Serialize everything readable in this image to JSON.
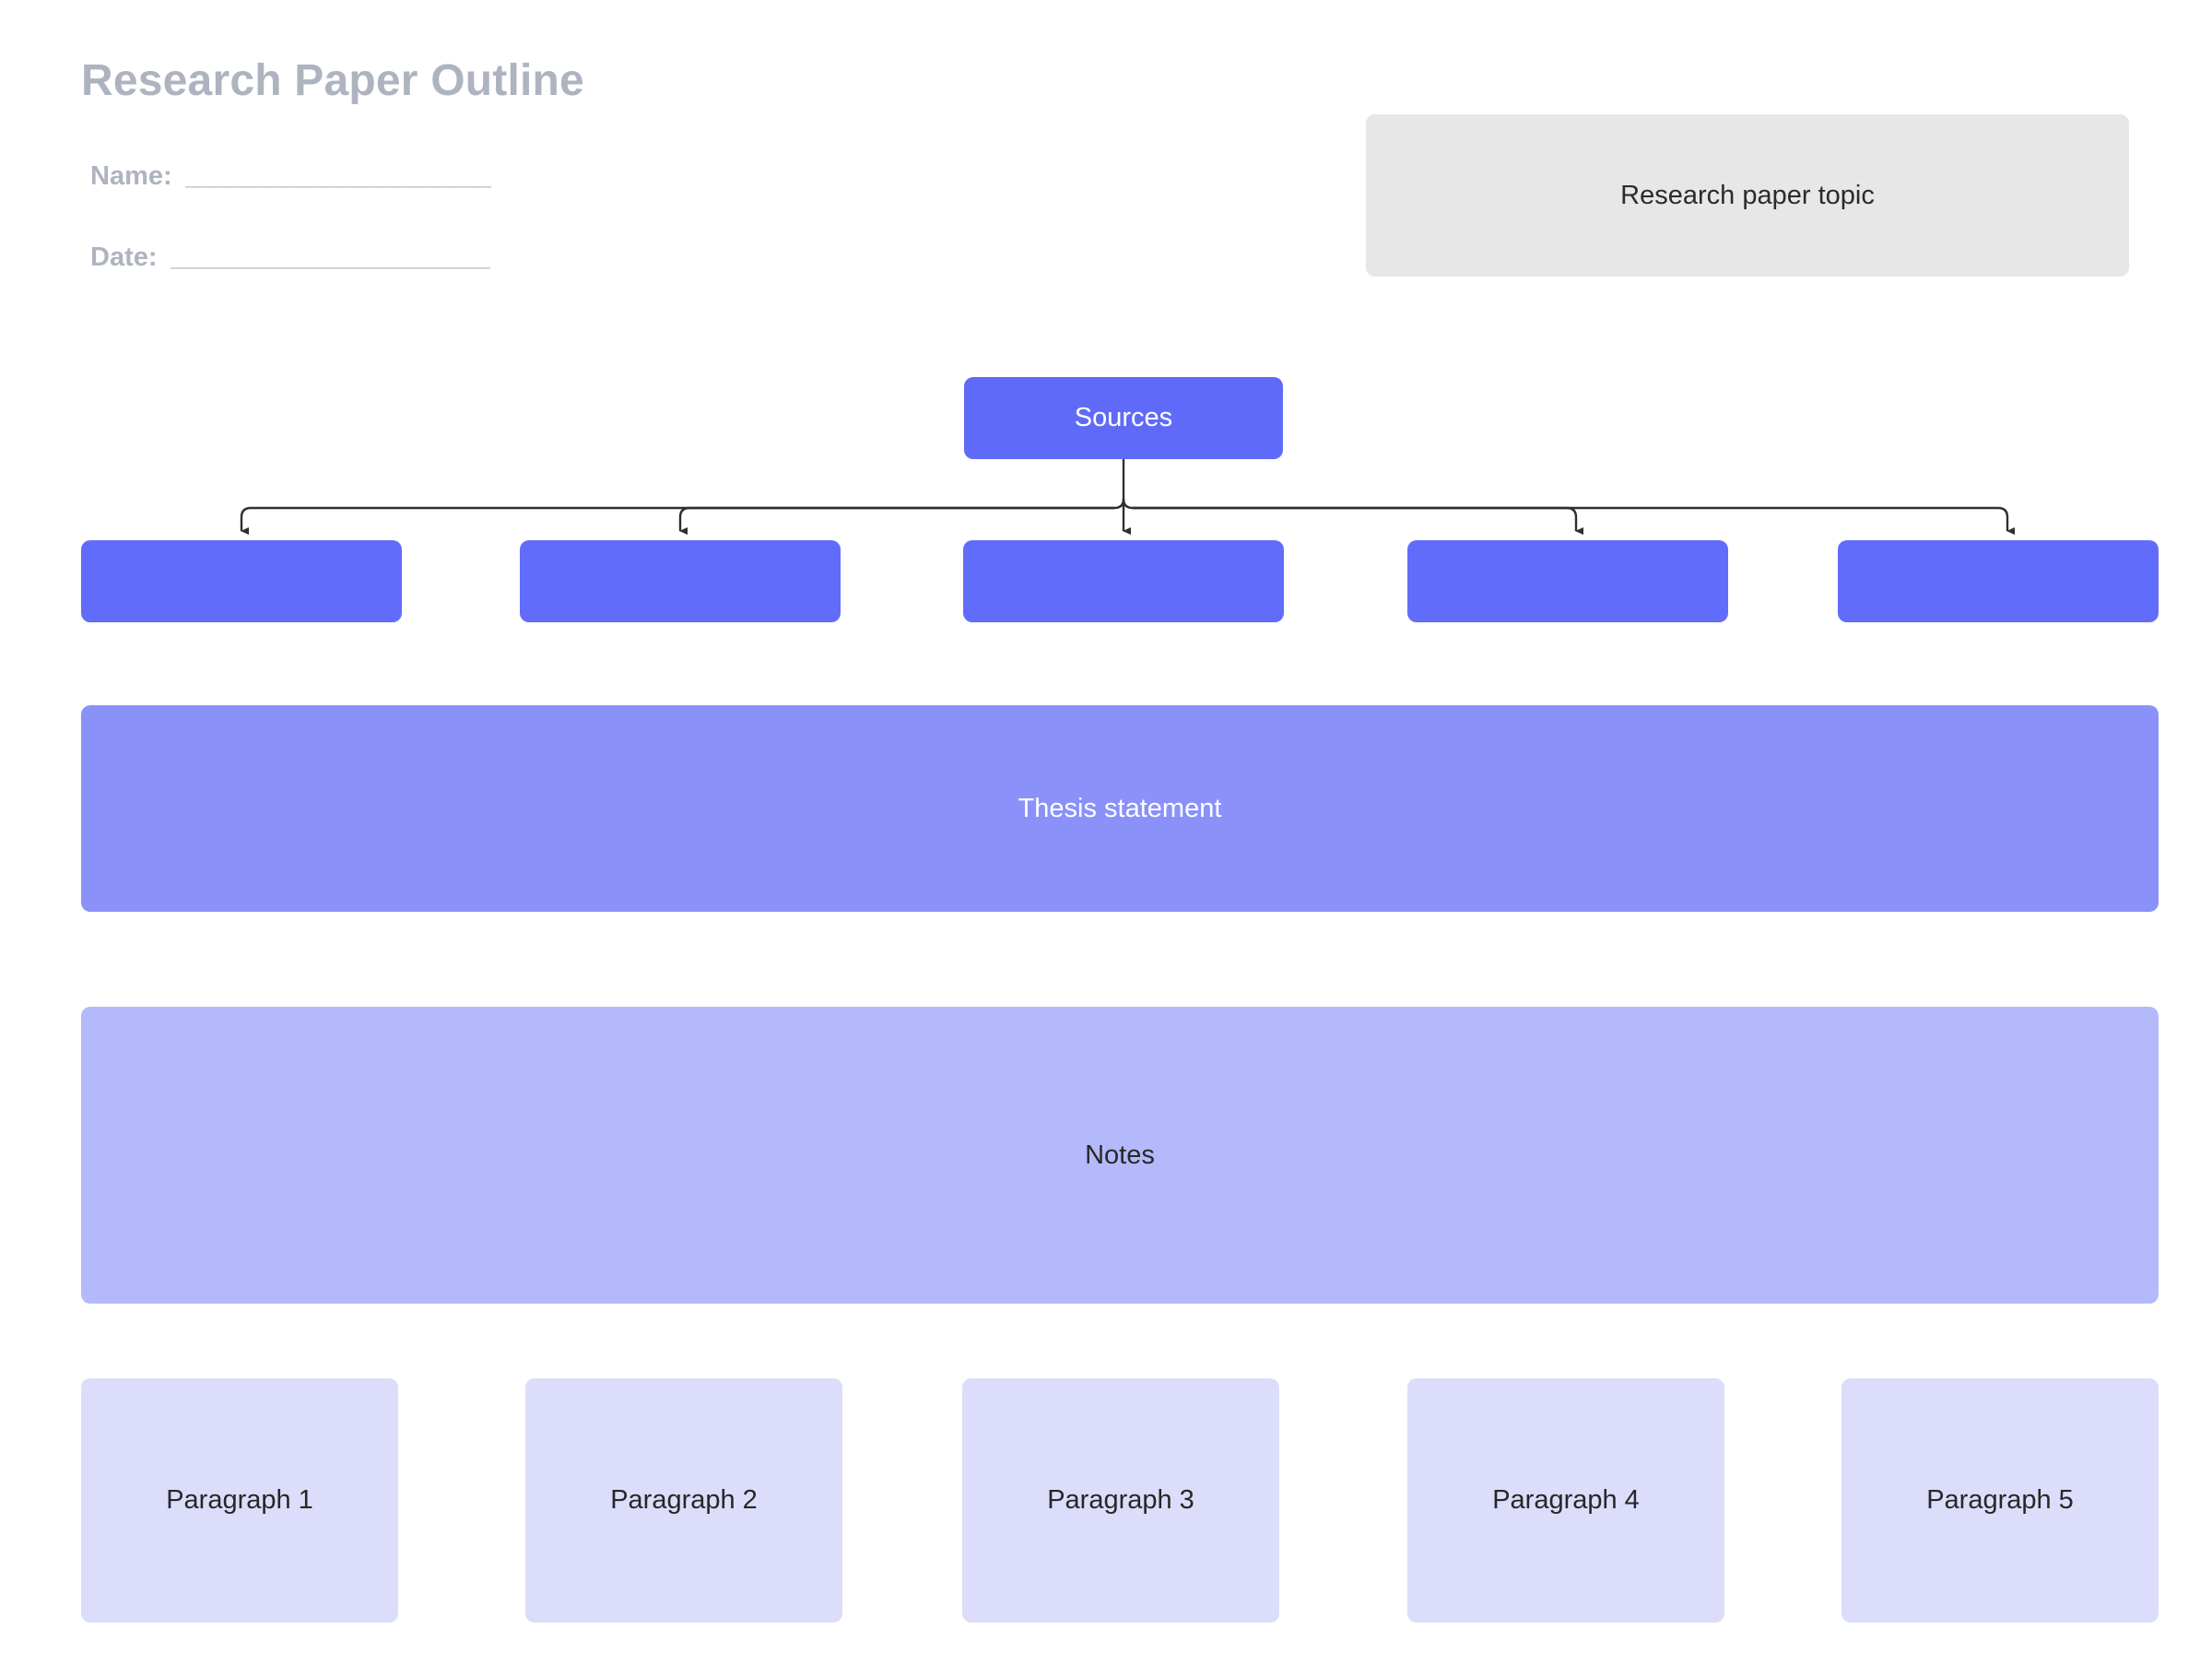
{
  "header": {
    "title": "Research Paper Outline",
    "fields": [
      {
        "label": "Name:",
        "line": "______________________"
      },
      {
        "label": "Date:",
        "line": "_______________________"
      }
    ]
  },
  "topic": {
    "label": "Research paper topic"
  },
  "diagram": {
    "root": {
      "label": "Sources"
    },
    "source_slots": [
      {
        "label": ""
      },
      {
        "label": ""
      },
      {
        "label": ""
      },
      {
        "label": ""
      },
      {
        "label": ""
      }
    ],
    "thesis": {
      "label": "Thesis statement"
    },
    "notes": {
      "label": "Notes"
    },
    "paragraphs": [
      {
        "label": "Paragraph 1"
      },
      {
        "label": "Paragraph 2"
      },
      {
        "label": "Paragraph 3"
      },
      {
        "label": "Paragraph 4"
      },
      {
        "label": "Paragraph 5"
      }
    ]
  },
  "colors": {
    "title": "#aeb4bf",
    "topic_bg": "#e7e7e7",
    "root_bg": "#5f6bf8",
    "slot_bg": "#626cfb",
    "thesis_bg": "#8a91f9",
    "notes_bg": "#b4b9fb",
    "paragraph_bg": "#dcddfa",
    "connector": "#2f2f2f",
    "page_bg": "#ffffff"
  }
}
